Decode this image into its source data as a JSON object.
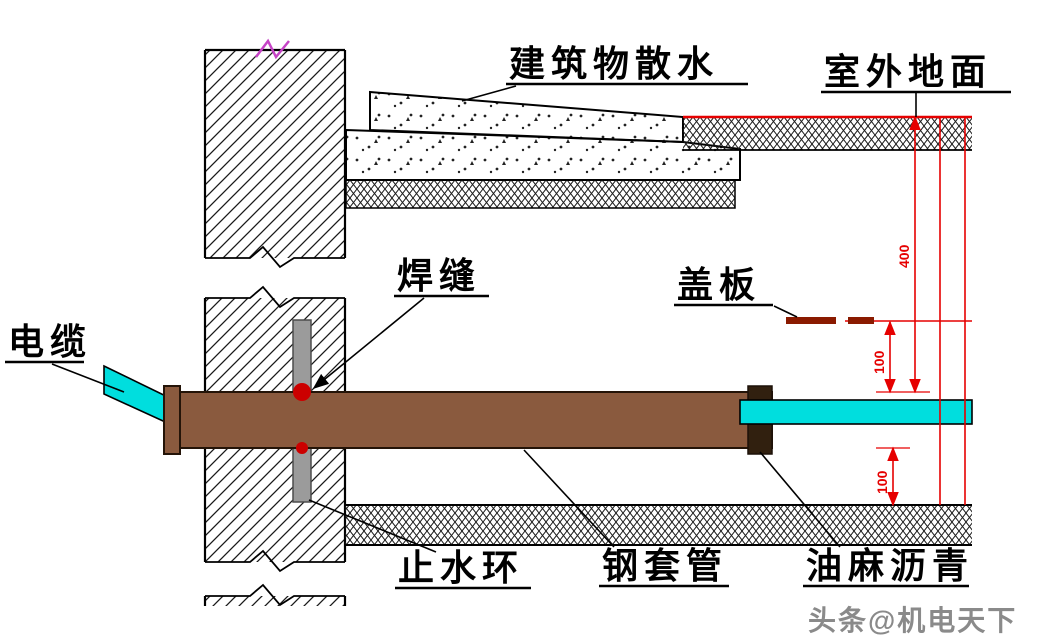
{
  "diagram": {
    "labels": {
      "cable": "电缆",
      "building_apron": "建筑物散水",
      "outdoor_ground": "室外地面",
      "weld_seam": "焊缝",
      "cover_plate": "盖板",
      "water_stop_ring": "止水环",
      "steel_sleeve": "钢套管",
      "jute_asphalt": "油麻沥青"
    },
    "dimensions": {
      "ground_to_sleeve": "400",
      "plate_to_sleeve": "100",
      "sleeve_to_subsoil": "100"
    },
    "watermark": "头条@机电天下",
    "colors": {
      "line": "#000000",
      "dimension_red": "#e60000",
      "cable_cyan": "#00dede",
      "sleeve_brown": "#8a5a3e",
      "seal_dark_brown": "#31200f",
      "ring_gray": "#9b9b9b",
      "weld_red": "#cc0000",
      "cover_plate_dark_red": "#8a1a00",
      "break_mark_magenta": "#c643c6",
      "watermark_gray": "#8a8a8a"
    }
  }
}
